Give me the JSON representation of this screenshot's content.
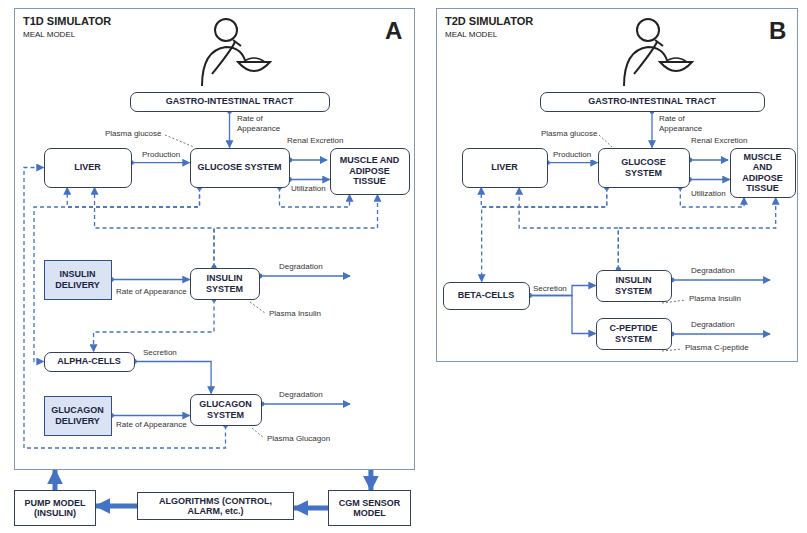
{
  "diagram": {
    "nodes": [
      {
        "text": [
          "T1D SIMULATOR",
          "MEAL MODEL",
          "A"
        ]
      },
      {
        "text": [
          "GASTRO-INTESTINAL TRACT"
        ],
        "in": 0
      },
      {
        "text": [
          "LIVER"
        ],
        "in": 0
      },
      {
        "text": [
          "GLUCOSE SYSTEM"
        ],
        "in": 0
      },
      {
        "text": [
          "MUSCLE AND ADIPOSE TISSUE"
        ],
        "in": 0
      },
      {
        "text": [
          "INSULIN DELIVERY"
        ],
        "in": 0
      },
      {
        "text": [
          "INSULIN SYSTEM"
        ],
        "in": 0
      },
      {
        "text": [
          "ALPHA-CELLS"
        ],
        "in": 0
      },
      {
        "text": [
          "GLUCAGON DELIVERY"
        ],
        "in": 0
      },
      {
        "text": [
          "GLUCAGON SYSTEM"
        ],
        "in": 0
      },
      {
        "text": [
          "PUMP MODEL (INSULIN)"
        ]
      },
      {
        "text": [
          "ALGORITHMS (CONTROL, ALARM, etc.)"
        ]
      },
      {
        "text": [
          "CGM SENSOR MODEL"
        ]
      },
      {
        "text": [
          "T2D SIMULATOR",
          "MEAL MODEL",
          "B"
        ]
      },
      {
        "text": [
          "GASTRO-INTESTINAL TRACT"
        ],
        "in": 13
      },
      {
        "text": [
          "LIVER"
        ],
        "in": 13
      },
      {
        "text": [
          "GLUCOSE SYSTEM"
        ],
        "in": 13
      },
      {
        "text": [
          "MUSCLE AND ADIPOSE TISSUE"
        ],
        "in": 13
      },
      {
        "text": [
          "BETA-CELLS"
        ],
        "in": 13
      },
      {
        "text": [
          "INSULIN SYSTEM"
        ],
        "in": 13
      },
      {
        "text": [
          "C-PEPTIDE SYSTEM"
        ],
        "in": 13
      }
    ],
    "edges": [
      {
        "from": 1,
        "to": 3,
        "label": "Rate of Appearance",
        "arrow": "to"
      },
      {
        "from": 2,
        "to": 3,
        "label": "Production",
        "arrow": "to"
      },
      {
        "from": 3,
        "to": 4,
        "label": "Utilization",
        "arrow": "to"
      },
      {
        "from": 5,
        "to": 6,
        "label": "Rate of Appearance",
        "arrow": "to"
      },
      {
        "from": 7,
        "to": 9,
        "label": "Secretion",
        "arrow": "to"
      },
      {
        "from": 8,
        "to": 9,
        "label": "Rate of Appearance",
        "arrow": "to"
      },
      {
        "from": 3,
        "to": 2,
        "arrow": "to"
      },
      {
        "from": 3,
        "to": 7,
        "arrow": "to"
      },
      {
        "from": 3,
        "to": 4,
        "arrow": "to"
      },
      {
        "from": 6,
        "to": 2,
        "arrow": "to"
      },
      {
        "from": 6,
        "to": 4,
        "arrow": "to"
      },
      {
        "from": 6,
        "to": 7,
        "arrow": "to"
      },
      {
        "from": 9,
        "to": 2,
        "arrow": "to"
      },
      {
        "from": 0,
        "to": 12,
        "arrow": "to"
      },
      {
        "from": 12,
        "to": 11,
        "arrow": "to"
      },
      {
        "from": 11,
        "to": 10,
        "arrow": "to"
      },
      {
        "from": 10,
        "to": 0,
        "arrow": "to"
      },
      {
        "from": 14,
        "to": 16,
        "label": "Rate of Appearance",
        "arrow": "to"
      },
      {
        "from": 15,
        "to": 16,
        "label": "Production",
        "arrow": "to"
      },
      {
        "from": 16,
        "to": 17,
        "label": "Utilization",
        "arrow": "to"
      },
      {
        "from": 18,
        "to": 19,
        "label": "Secretion",
        "arrow": "to"
      },
      {
        "from": 18,
        "to": 20,
        "arrow": "to"
      },
      {
        "from": 16,
        "to": 15,
        "arrow": "to"
      },
      {
        "from": 16,
        "to": 18,
        "arrow": "to"
      },
      {
        "from": 16,
        "to": 17,
        "arrow": "to"
      },
      {
        "from": 19,
        "to": 15,
        "arrow": "to"
      },
      {
        "from": 19,
        "to": 17,
        "arrow": "to"
      }
    ],
    "labels": [
      "Plasma glucose",
      "Renal Excretion",
      "Degradation",
      "Plasma Insulin",
      "Degradation",
      "Plasma Glucagon",
      "Plasma glucose",
      "Renal Excretion",
      "Degradation",
      "Plasma Insulin",
      "Degradation",
      "Plasma C-peptide"
    ]
  }
}
